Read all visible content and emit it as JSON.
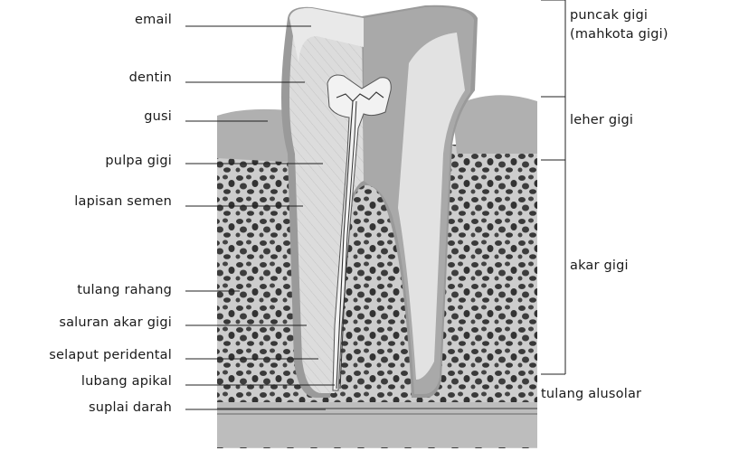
{
  "left_labels": {
    "email": "email",
    "dentin": "dentin",
    "gusi": "gusi",
    "pulpa": "pulpa gigi",
    "semen": "lapisan semen",
    "rahang": "tulang rahang",
    "saluran": "saluran akar gigi",
    "selaput": "selaput peridental",
    "lubang": "lubang apikal",
    "suplai": "suplai darah"
  },
  "right_labels": {
    "puncak_1": "puncak gigi",
    "puncak_2": "(mahkota gigi)",
    "leher": "leher gigi",
    "akar": "akar gigi",
    "alusolar": "tulang alusolar"
  },
  "colors": {
    "bone": "#cfcfcf",
    "bone_holes": "#3a3a3a",
    "tooth_light": "#e6e6e6",
    "tooth_mid": "#bdbdbd",
    "tooth_dark": "#8f8f8f",
    "line": "#222222"
  }
}
